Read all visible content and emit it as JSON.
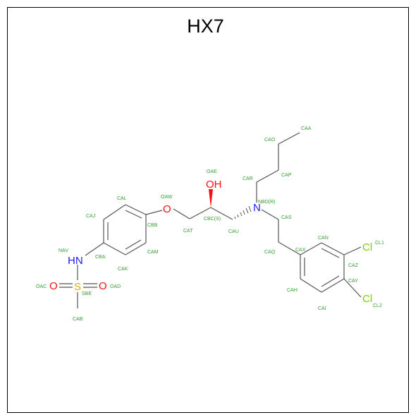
{
  "title": "HX7",
  "colors": {
    "bond": "#555555",
    "carbon_label": "#33a333",
    "oxygen": "#ff0d0d",
    "nitrogen": "#1a1aff",
    "sulfur": "#d4b000",
    "chlorine": "#7fd000"
  },
  "atoms": {
    "O": "O",
    "OH": "OH",
    "N": "N",
    "HN": "HN",
    "S": "S",
    "Cl": "Cl"
  },
  "labels": {
    "CAA": "CAA",
    "CAO": "CAO",
    "CAP": "CAP",
    "CAR": "CAR",
    "OAE": "OAE",
    "NBD": "NBD(R)",
    "CAS": "CAS",
    "CAN": "CAN",
    "CL1": "CL1",
    "CAQ": "CAQ",
    "CAX": "CAX",
    "CAZ": "CAZ",
    "CAY": "CAY",
    "CAH": "CAH",
    "CAI": "CAI",
    "CL2": "CL2",
    "CAL": "CAL",
    "OAW": "OAW",
    "CAJ": "CAJ",
    "CBB": "CBB",
    "CAT": "CAT",
    "CBC": "CBC(S)",
    "CAU": "CAU",
    "NAV": "NAV",
    "CBA": "CBA",
    "CAM": "CAM",
    "CAK": "CAK",
    "OAC": "OAC",
    "OAD": "OAD",
    "SBE": "SBE",
    "CAB": "CAB"
  }
}
